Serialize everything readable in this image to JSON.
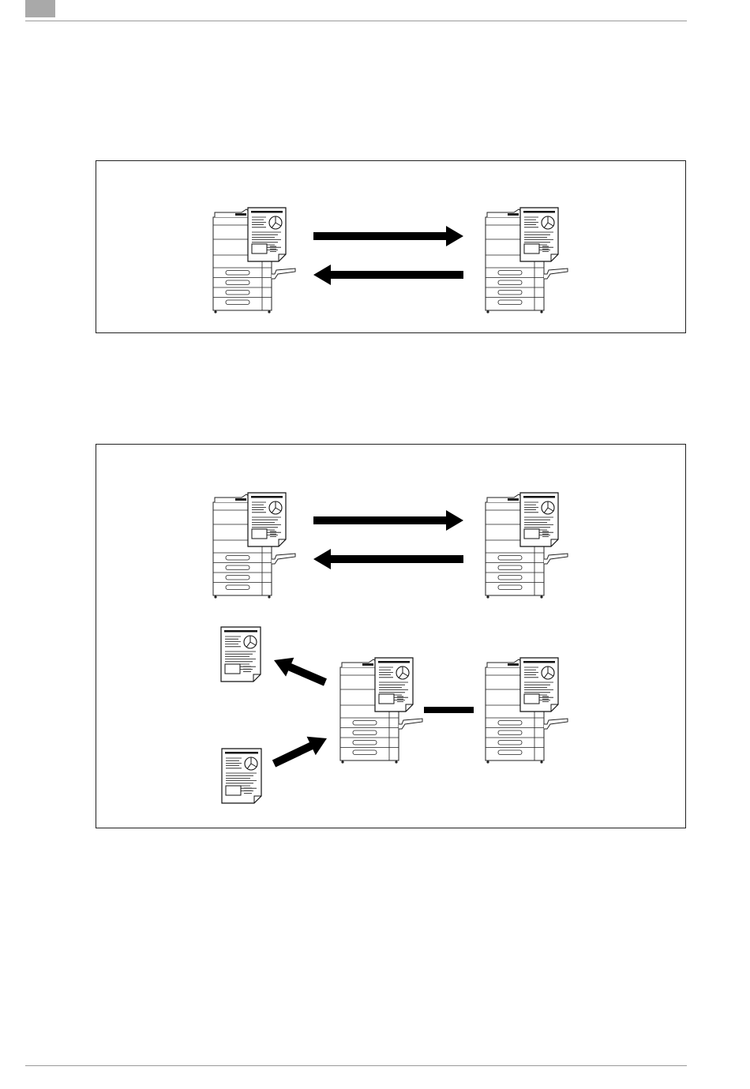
{
  "page": {
    "header_tab_color": "#a9a9a9",
    "rule_color": "#9a9a9a"
  },
  "figures": [
    {
      "id": "figure-1",
      "description_visible_text": "",
      "elements": [
        {
          "kind": "machine-with-document",
          "name": "left-mfp"
        },
        {
          "kind": "arrow-right",
          "name": "send-arrow"
        },
        {
          "kind": "arrow-left",
          "name": "receive-arrow"
        },
        {
          "kind": "machine-with-document",
          "name": "right-mfp"
        }
      ]
    },
    {
      "id": "figure-2",
      "description_visible_text": "",
      "elements": [
        {
          "kind": "machine-with-document",
          "name": "top-left-mfp"
        },
        {
          "kind": "arrow-right",
          "name": "top-send-arrow"
        },
        {
          "kind": "arrow-left",
          "name": "top-receive-arrow"
        },
        {
          "kind": "machine-with-document",
          "name": "top-right-mfp"
        },
        {
          "kind": "document",
          "name": "output-document"
        },
        {
          "kind": "document",
          "name": "input-document"
        },
        {
          "kind": "arrow-diagonal",
          "name": "output-arrow"
        },
        {
          "kind": "arrow-diagonal",
          "name": "input-arrow"
        },
        {
          "kind": "machine-with-document",
          "name": "bottom-center-mfp"
        },
        {
          "kind": "connection-line",
          "name": "link-line"
        },
        {
          "kind": "machine-with-document",
          "name": "bottom-right-mfp"
        }
      ]
    }
  ]
}
